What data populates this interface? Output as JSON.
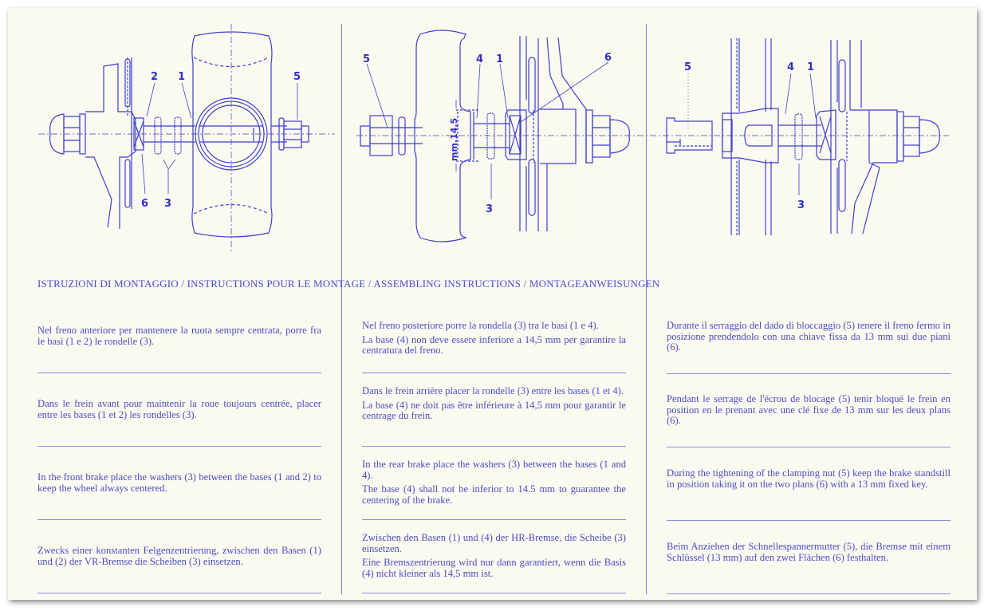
{
  "heading": "ISTRUZIONI DI MONTAGGIO / INSTRUCTIONS POUR LE MONTAGE / ASSEMBLING INSTRUCTIONS / MONTAGEANWEISUNGEN",
  "diagrams": {
    "front": {
      "labels": {
        "l2": "2",
        "l1": "1",
        "l5": "5",
        "l6": "6",
        "l3": "3"
      }
    },
    "rear": {
      "labels": {
        "l5": "5",
        "l4": "4",
        "l1": "1",
        "l6": "6",
        "l3": "3"
      },
      "dimension": "mm.14,5"
    },
    "rear_quick": {
      "labels": {
        "l5": "5",
        "l4": "4",
        "l1": "1",
        "l3": "3"
      }
    }
  },
  "columns": [
    {
      "blocks": [
        [
          "Nel freno anteriore per mantenere la ruota sempre centrata, porre fra le basi (1 e 2) le rondelle (3)."
        ],
        [
          "Dans le frein avant pour maintenir la roue toujours centrée, placer entre les bases (1 et 2) les rondelles (3)."
        ],
        [
          "In the front brake place the washers (3) between the bases (1 and 2) to keep the wheel always centered."
        ],
        [
          "Zwecks einer konstanten Felgenzentrierung, zwischen den Basen (1) und (2) der VR-Bremse die Scheiben (3) einsetzen."
        ]
      ]
    },
    {
      "blocks": [
        [
          "Nel freno posteriore porre la rondella (3) tra le basi (1 e 4).",
          "La base (4) non deve essere inferiore a 14,5 mm per garantire la centratura del freno."
        ],
        [
          "Dans le frein arrière placer la rondelle (3) entre les bases (1 et 4).",
          "La base (4) ne doit pas être inférieure à 14,5 mm pour garantir le centrage du frein."
        ],
        [
          "In the rear brake place the washers (3) between the bases (1 and 4).",
          "The base (4) shall not be inferior to 14.5 mm to guarantee the centering of the brake."
        ],
        [
          "Zwischen den Basen (1) und (4) der HR-Bremse, die Scheibe (3) einsetzen.",
          "Eine Bremszentrierung wird nur dann garantiert, wenn die Basis (4) nicht kleiner als 14,5 mm ist."
        ]
      ]
    },
    {
      "blocks": [
        [
          "Durante il serraggio del dado di bloccaggio (5) tenere il freno fermo in posizione prendendolo con una chiave fissa da 13 mm sui due piani (6)."
        ],
        [
          "Pendant le serrage de l'écrou de blocage (5) tenir bloqué le frein en position en le prenant avec une clé fixe de 13 mm sur les deux plans (6)."
        ],
        [
          "During the tightening of the clamping nut (5) keep the brake standstill in position taking it on the two plans (6) with a 13 mm fixed key."
        ],
        [
          "Beim Anziehen der Schnellespannermutter (5), die Bremse mit einem Schlüssel (13 mm) auf den zwei Flächen (6) festhalten."
        ]
      ]
    }
  ]
}
